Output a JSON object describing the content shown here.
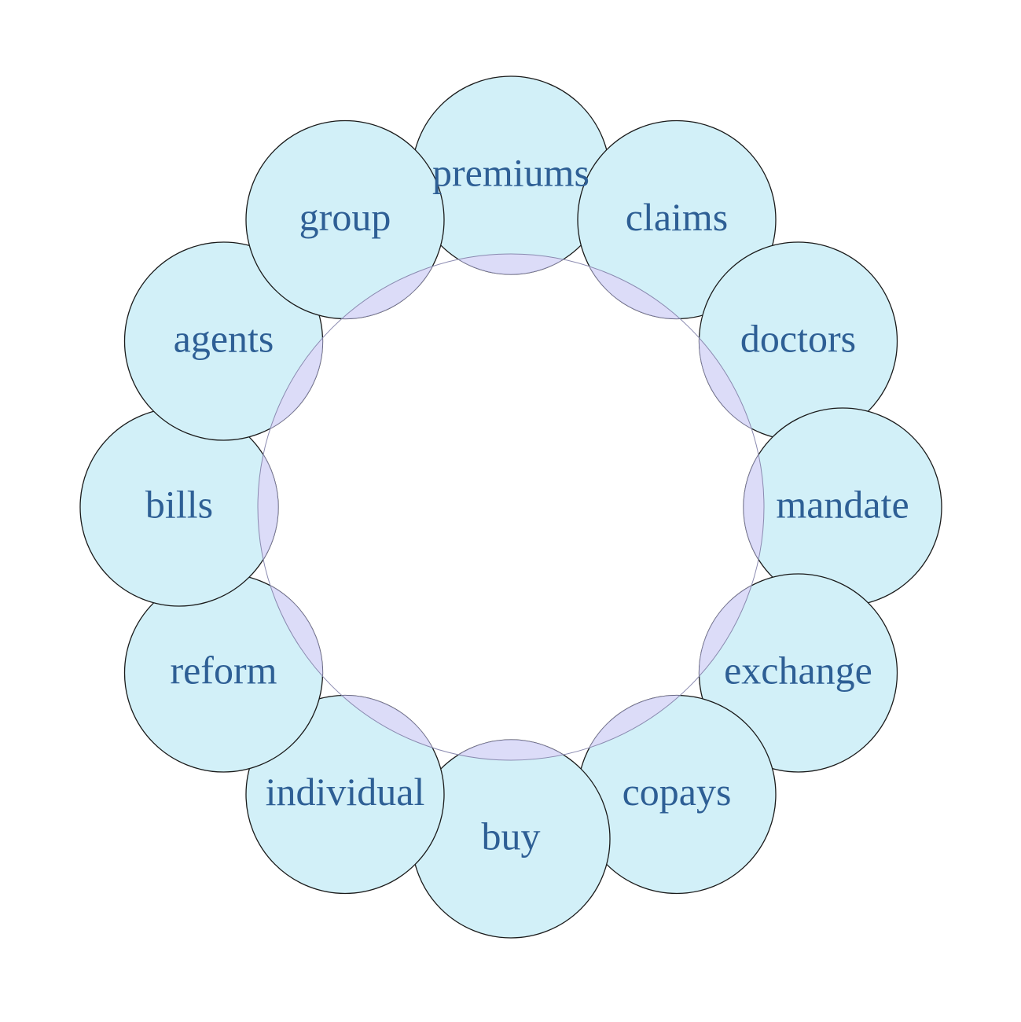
{
  "diagram": {
    "type": "circular-word-ring",
    "colors": {
      "circle_fill": "#d2f0f8",
      "overlap_fill": "#dcdcf8",
      "circle_stroke": "#1a1a1a",
      "text": "#2e5f95",
      "background": "#ffffff"
    },
    "terms": [
      {
        "label": "premiums"
      },
      {
        "label": "claims"
      },
      {
        "label": "doctors"
      },
      {
        "label": "mandate"
      },
      {
        "label": "exchange"
      },
      {
        "label": "copays"
      },
      {
        "label": "buy"
      },
      {
        "label": "individual"
      },
      {
        "label": "reform"
      },
      {
        "label": "bills"
      },
      {
        "label": "agents"
      },
      {
        "label": "group"
      }
    ]
  }
}
